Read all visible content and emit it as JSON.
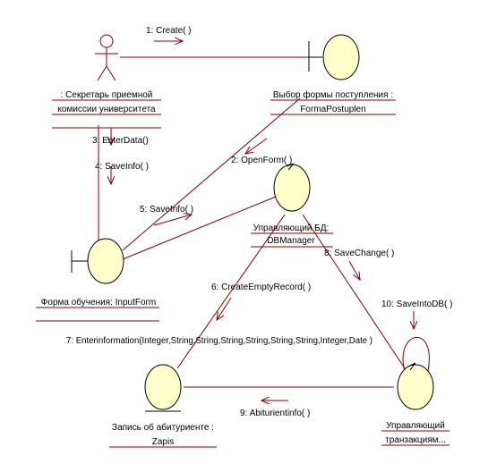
{
  "diagram": {
    "objects": {
      "secretary": {
        "name_line1": ": Секретарь приемной",
        "name_line2": "комиссии университета"
      },
      "form_choice": {
        "name_line1": "Выбор формы поступления :",
        "name_line2": "FormaPostuplen"
      },
      "db_manager": {
        "name_line1": "Управляющий БД:",
        "name_line2": "DBManager"
      },
      "input_form": {
        "name_line1": "Форма обучения: InputForm"
      },
      "zapis": {
        "name_line1": "Запись об абитуриенте :",
        "name_line2": "Zapis"
      },
      "transaction_manager": {
        "name_line1": "Управляющий",
        "name_line2": "транзакциям..."
      }
    },
    "messages": {
      "m1": "1: Create( )",
      "m2": "2: OpenForm( )",
      "m3": "3: EnterData()",
      "m4": "4: SaveInfo( )",
      "m5": "5: SaveInfo( )",
      "m6": "6: CreateEmptyRecord( )",
      "m7": "7: Enterinformation(Integer,String,String,String,String,String,String,Integer,Date )",
      "m8": "8: SaveChange( )",
      "m9": "9: Abiturientinfo( )",
      "m10": "10: SaveIntoDB( )"
    }
  }
}
